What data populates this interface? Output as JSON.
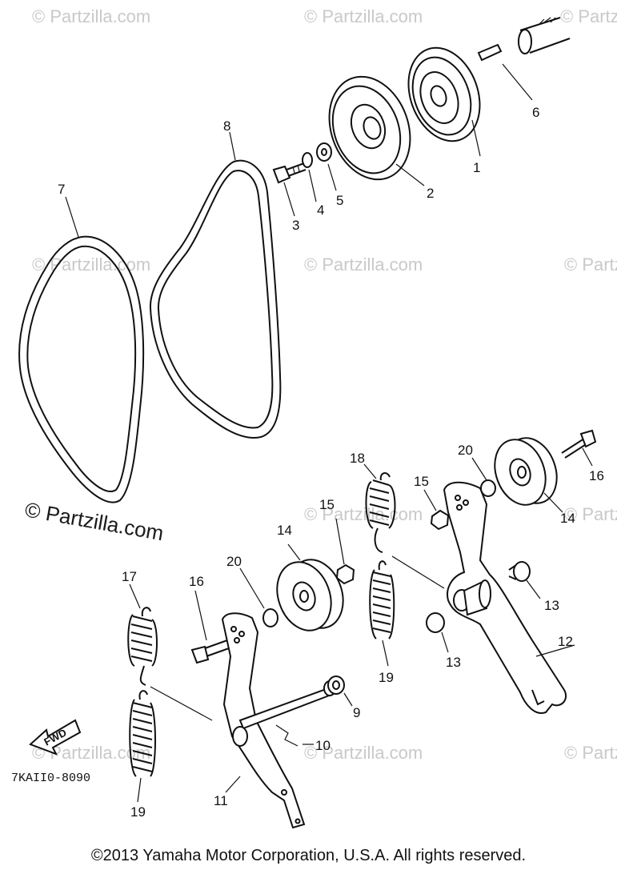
{
  "watermark": "© Partzilla.com",
  "watermark_main": "© Partzilla.com",
  "fwd_label": "FWD",
  "diagram_code": "7KAII0-8090",
  "copyright": "©2013  Yamaha Motor Corporation, U.S.A. All rights reserved.",
  "callouts": [
    "1",
    "2",
    "3",
    "4",
    "5",
    "6",
    "7",
    "8",
    "9",
    "10",
    "11",
    "12",
    "13",
    "13",
    "14",
    "14",
    "15",
    "15",
    "16",
    "16",
    "17",
    "18",
    "19",
    "19",
    "20",
    "20"
  ]
}
